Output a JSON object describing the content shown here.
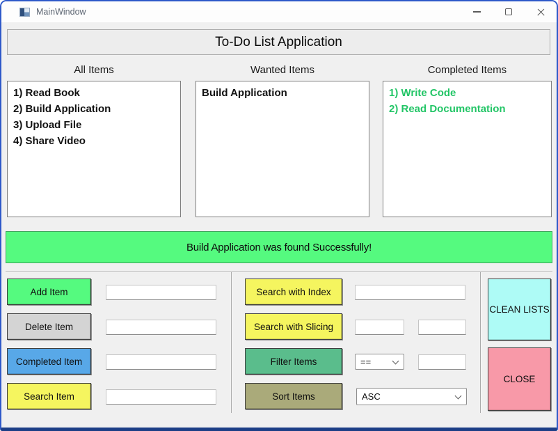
{
  "window": {
    "title": "MainWindow"
  },
  "icons": {
    "app": "app-window-icon",
    "minimize": "minimize-icon",
    "maximize": "maximize-icon",
    "close": "close-icon",
    "dropdown": "chevron-down-icon"
  },
  "header": {
    "title": "To-Do List Application"
  },
  "sections": {
    "all": {
      "label": "All Items",
      "items": [
        "1) Read Book",
        "2) Build Application",
        "3) Upload File",
        "4) Share Video"
      ],
      "text_color": "#121212"
    },
    "wanted": {
      "label": "Wanted Items",
      "items": [
        "Build Application"
      ],
      "text_color": "#121212"
    },
    "completed": {
      "label": "Completed Items",
      "items": [
        "1) Write Code",
        "2) Read Documentation"
      ],
      "text_color": "#22c566"
    }
  },
  "status": {
    "message": "Build Application was found Successfully!",
    "bg": "#55fa7f",
    "border": "#3da45c"
  },
  "item_actions": [
    {
      "label": "Add Item",
      "bg": "#55fa7f",
      "input_value": ""
    },
    {
      "label": "Delete Item",
      "bg": "#d4d4d4",
      "input_value": ""
    },
    {
      "label": "Completed Item",
      "bg": "#58a8e8",
      "input_value": ""
    },
    {
      "label": "Search Item",
      "bg": "#f5f55f",
      "input_value": ""
    }
  ],
  "search_actions": {
    "index": {
      "label": "Search with Index",
      "bg": "#f5f55f",
      "input_value": ""
    },
    "slicing": {
      "label": "Search with Slicing",
      "bg": "#f5f55f",
      "start_value": "",
      "end_value": ""
    },
    "filter": {
      "label": "Filter Items",
      "bg": "#5abd8c",
      "operator": "==",
      "value": ""
    },
    "sort": {
      "label": "Sort Items",
      "bg": "#aaaa7a",
      "order": "ASC"
    }
  },
  "utility_actions": {
    "clean": {
      "label": "CLEAN LISTS",
      "bg": "#aefbf6"
    },
    "close": {
      "label": "CLOSE",
      "bg": "#f899a8"
    }
  }
}
